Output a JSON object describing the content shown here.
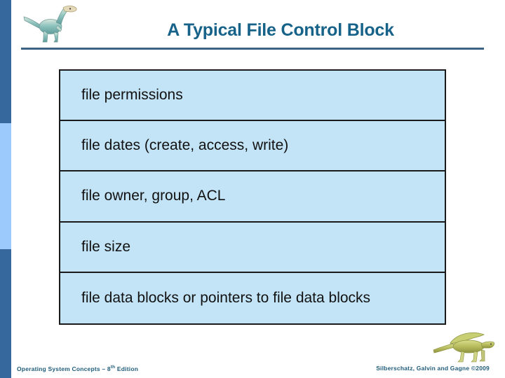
{
  "slide": {
    "title": "A Typical File Control Block",
    "logo_icon": "dinosaur-logo-icon",
    "footer_dino_icon": "dimetrodon-dinosaur-icon"
  },
  "colors": {
    "title_text": "#176288",
    "rule": "#3C6286",
    "stripe_dark": "#36689E",
    "stripe_light": "#9CCAFC",
    "cell_fill": "#C3E4F7",
    "cell_border": "#1a1a1a",
    "footer_text": "#1F5C7A"
  },
  "fcb": {
    "rows": [
      {
        "label": "file permissions"
      },
      {
        "label": "file dates (create, access, write)"
      },
      {
        "label": "file owner, group, ACL"
      },
      {
        "label": "file size"
      },
      {
        "label": "file data blocks or pointers to file data blocks"
      }
    ]
  },
  "footer": {
    "left_prefix": "Operating System Concepts – 8",
    "left_sup": "th",
    "left_suffix": " Edition",
    "right": "Silberschatz, Galvin and Gagne ©2009"
  }
}
